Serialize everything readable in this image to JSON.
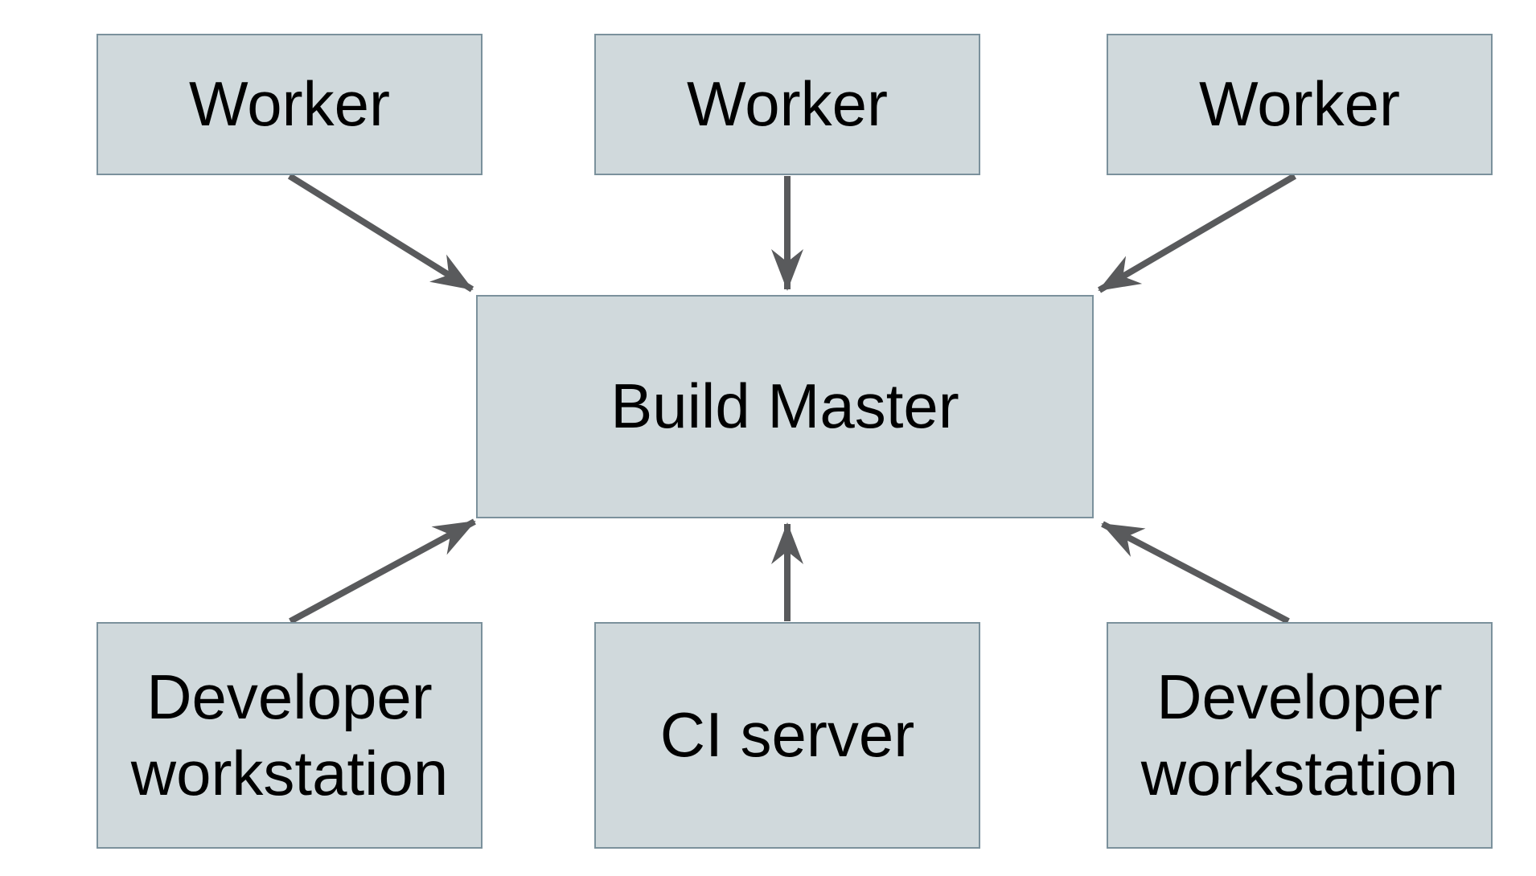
{
  "diagram": {
    "background": "#ffffff",
    "colors": {
      "node_fill": "#d0d9dc",
      "node_border": "#7b919c",
      "arrow": "#595a5c",
      "text": "#000000"
    },
    "nodes": [
      {
        "id": "worker-1",
        "label": "Worker"
      },
      {
        "id": "worker-2",
        "label": "Worker"
      },
      {
        "id": "worker-3",
        "label": "Worker"
      },
      {
        "id": "build-master",
        "label": "Build Master"
      },
      {
        "id": "developer-workstation-left",
        "label": "Developer workstation"
      },
      {
        "id": "ci-server",
        "label": "CI server"
      },
      {
        "id": "developer-workstation-right",
        "label": "Developer workstation"
      }
    ],
    "edges": [
      {
        "from": "worker-1",
        "to": "build-master"
      },
      {
        "from": "worker-2",
        "to": "build-master"
      },
      {
        "from": "worker-3",
        "to": "build-master"
      },
      {
        "from": "developer-workstation-left",
        "to": "build-master"
      },
      {
        "from": "ci-server",
        "to": "build-master"
      },
      {
        "from": "developer-workstation-right",
        "to": "build-master"
      }
    ]
  }
}
